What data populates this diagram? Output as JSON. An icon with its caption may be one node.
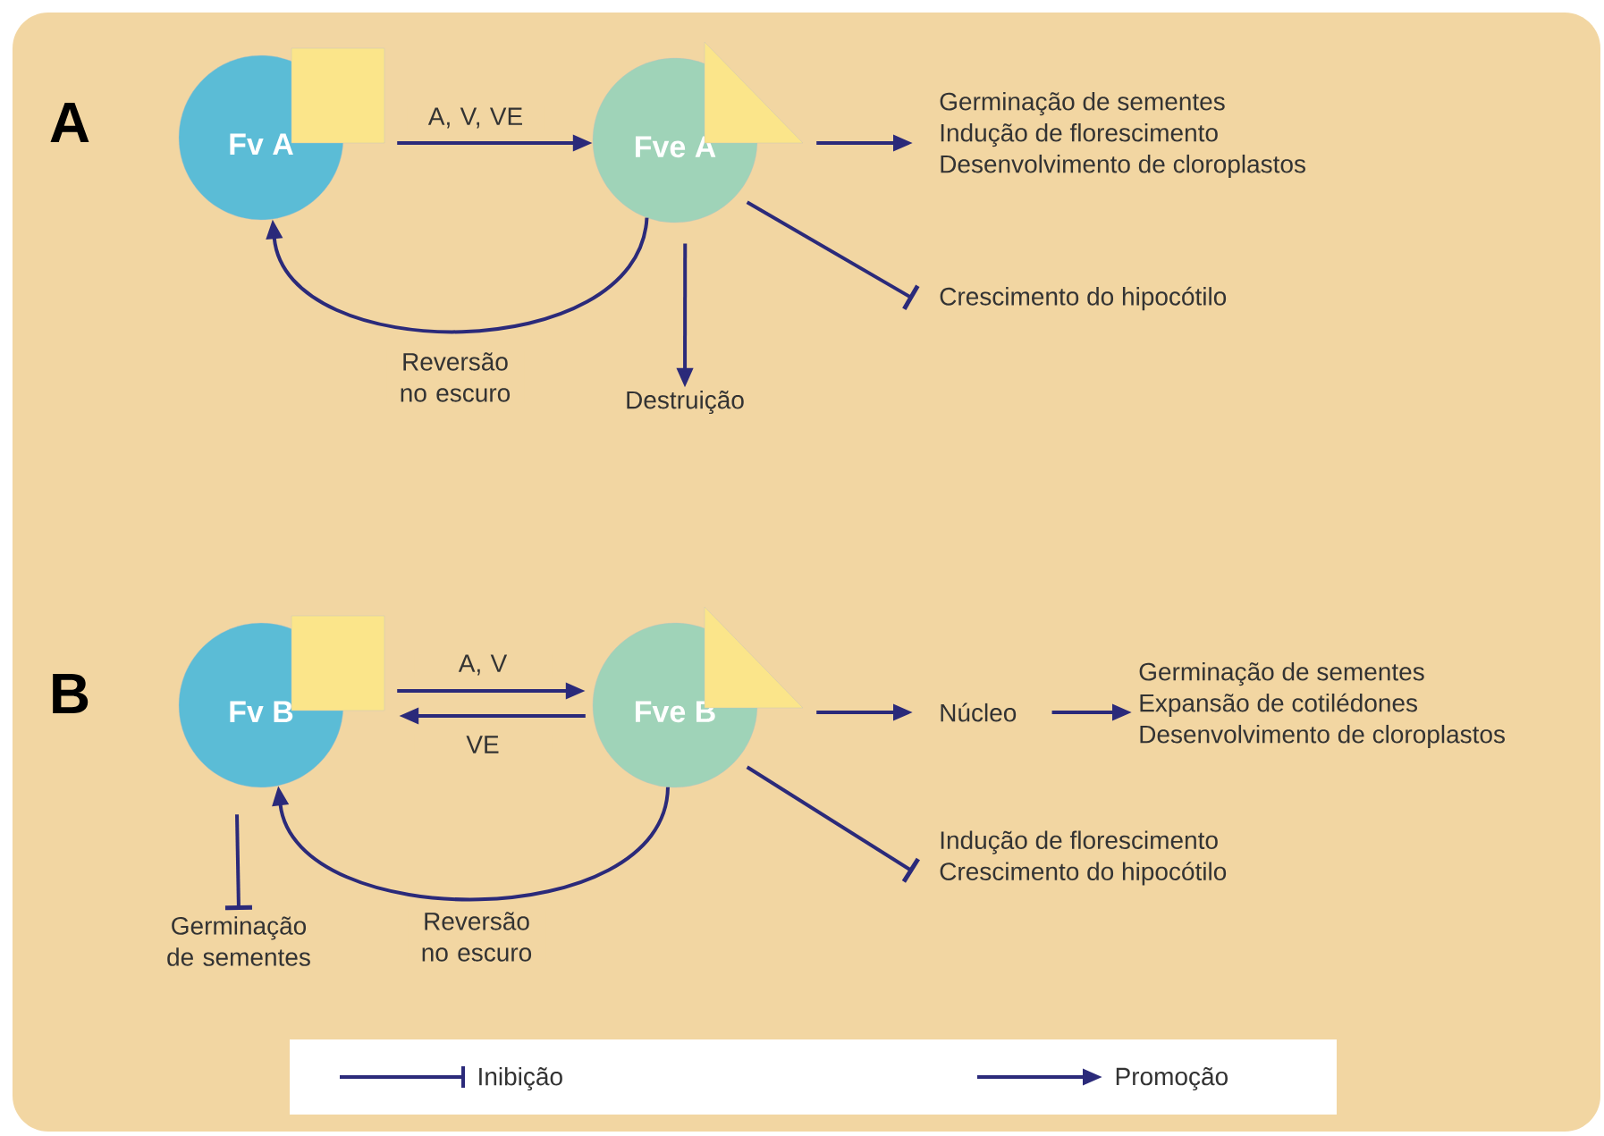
{
  "diagram": {
    "nodes": [
      {
        "text": [
          "Fv A"
        ]
      },
      {
        "text": [
          "Fve A"
        ]
      },
      {
        "text": [
          "Germinação de sementes",
          "Indução de florescimento",
          "Desenvolvimento de cloroplastos"
        ]
      },
      {
        "text": [
          "Crescimento do hipocótilo"
        ]
      },
      {
        "text": [
          "Destruição"
        ]
      },
      {
        "text": [
          "Fv B"
        ]
      },
      {
        "text": [
          "Fve B"
        ]
      },
      {
        "text": [
          "Núcleo"
        ]
      },
      {
        "text": [
          "Germinação de sementes",
          "Expansão de cotilédones",
          "Desenvolvimento de cloroplastos"
        ]
      },
      {
        "text": [
          "Indução de florescimento",
          "Crescimento do hipocótilo"
        ]
      },
      {
        "text": [
          "Germinação de sementes"
        ]
      }
    ],
    "edges": [
      {
        "from": 0,
        "to": 1,
        "arrow": "to",
        "label": "A, V, VE"
      },
      {
        "from": 1,
        "to": 2,
        "arrow": "to"
      },
      {
        "from": 1,
        "to": 3,
        "arrow": "other"
      },
      {
        "from": 1,
        "to": 0,
        "arrow": "to",
        "label": "Reversão no escuro"
      },
      {
        "from": 1,
        "to": 4,
        "arrow": "to"
      },
      {
        "from": 5,
        "to": 6,
        "arrow": "to",
        "label": "A, V"
      },
      {
        "from": 6,
        "to": 5,
        "arrow": "to",
        "label": "VE"
      },
      {
        "from": 6,
        "to": 7,
        "arrow": "to"
      },
      {
        "from": 7,
        "to": 8,
        "arrow": "to"
      },
      {
        "from": 6,
        "to": 9,
        "arrow": "other"
      },
      {
        "from": 5,
        "to": 10,
        "arrow": "other"
      },
      {
        "from": 6,
        "to": 5,
        "arrow": "to",
        "label": "Reversão no escuro"
      }
    ],
    "labels": [
      "A",
      "B"
    ],
    "legend": [
      {
        "text": "Inibição"
      },
      {
        "text": "Promoção"
      }
    ]
  }
}
